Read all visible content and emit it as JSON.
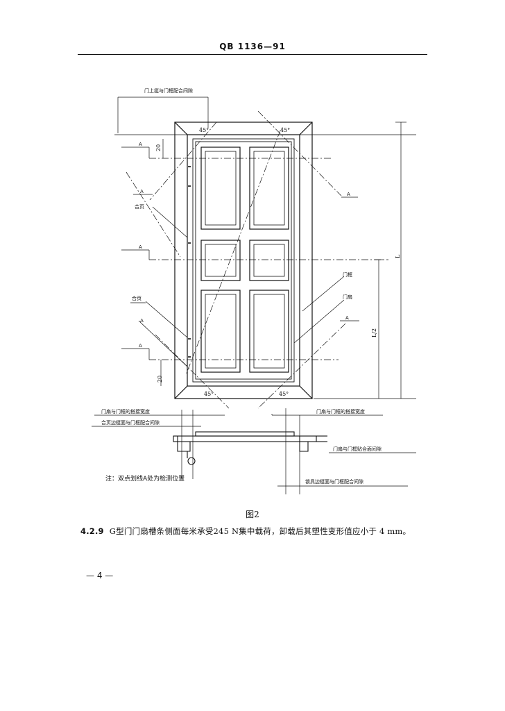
{
  "header": {
    "code": "QB 1136—91"
  },
  "figure": {
    "caption": "图2",
    "note": "注：双点划线A处为检测位置",
    "labels": {
      "top_gap": "门上挺与门框配合间隙",
      "angle_tl": "45°",
      "angle_tr": "45°",
      "angle_bl": "45°",
      "angle_br": "45°",
      "dim_20_top": "20",
      "dim_20_bottom": "20",
      "section_a": "A",
      "hinge_1": "合页",
      "hinge_2": "合页",
      "door_frame": "门框",
      "door_leaf": "门扇",
      "dim_L": "L",
      "dim_L2": "L/2",
      "overlap_left": "门扇与门框的搭接宽度",
      "hinge_edge_gap": "合页边梃面与门框配合间隙",
      "overlap_right": "门扇与门框的搭接宽度",
      "fit_gap": "门扇与门框贴合面间隙",
      "lock_edge_gap": "锁具边梃面与门框配合间隙"
    }
  },
  "clause": {
    "number": "4.2.9",
    "text": "G型门门扇槽条侧面每米承受245 N集中载荷，卸载后其塑性变形值应小于 4 mm。"
  },
  "page_number": "— 4 —"
}
